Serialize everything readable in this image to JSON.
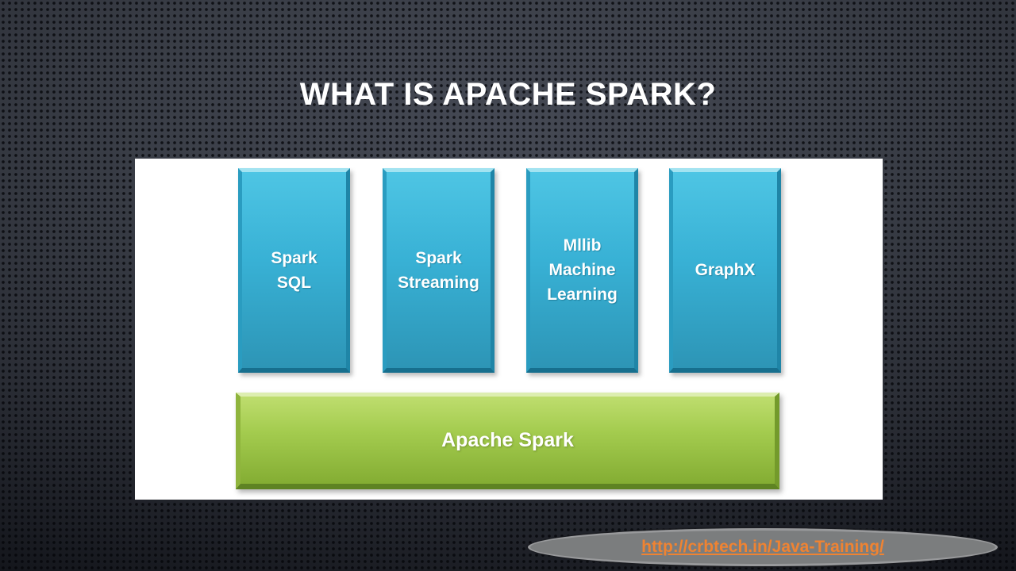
{
  "slide": {
    "title": "WHAT IS APACHE SPARK?",
    "architecture": {
      "components": [
        {
          "name": "spark-sql",
          "lines": [
            "Spark",
            "SQL"
          ]
        },
        {
          "name": "spark-streaming",
          "lines": [
            "Spark",
            "Streaming"
          ]
        },
        {
          "name": "mllib",
          "lines": [
            "Mllib",
            "Machine",
            "Learning"
          ]
        },
        {
          "name": "graphx",
          "lines": [
            "GraphX"
          ]
        }
      ],
      "foundation": "Apache Spark"
    },
    "footer_link": "http://crbtech.in/Java-Training/"
  },
  "colors": {
    "component_top": "#4ec5e4",
    "component_bottom": "#2d95b6",
    "foundation_top": "#bedd6e",
    "foundation_bottom": "#84ad33",
    "panel_background": "#ffffff",
    "slide_background": "#3a3e47",
    "title_text": "#ffffff",
    "link_text": "#ef8332",
    "badge_fill": "#7b7d7e",
    "badge_border": "#98999b"
  }
}
